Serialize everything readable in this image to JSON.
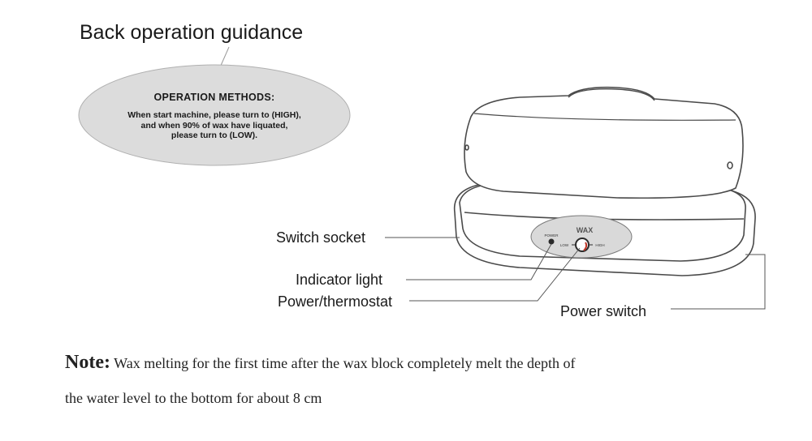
{
  "title": "Back operation guidance",
  "bubble": {
    "heading": "OPERATION METHODS:",
    "lines": [
      "When start machine, please turn to (HIGH),",
      "and when 90% of wax have liquated,",
      "please turn to (LOW)."
    ]
  },
  "device": {
    "panel_label": "WAX",
    "power_text": "POWER",
    "low_text": "LOW",
    "high_text": "HIGH"
  },
  "labels": {
    "switch_socket": "Switch socket",
    "indicator_light": "Indicator light",
    "power_thermostat": "Power/thermostat",
    "power_switch": "Power switch"
  },
  "note": {
    "label": "Note:",
    "line1": "Wax melting for the first time after the wax block completely melt the depth of",
    "line2": "the water level to the bottom for about 8 cm"
  },
  "colors": {
    "bubble_fill": "#dcdcdc",
    "panel_fill": "#d9d9d9",
    "knob_pointer": "#c0392b"
  }
}
